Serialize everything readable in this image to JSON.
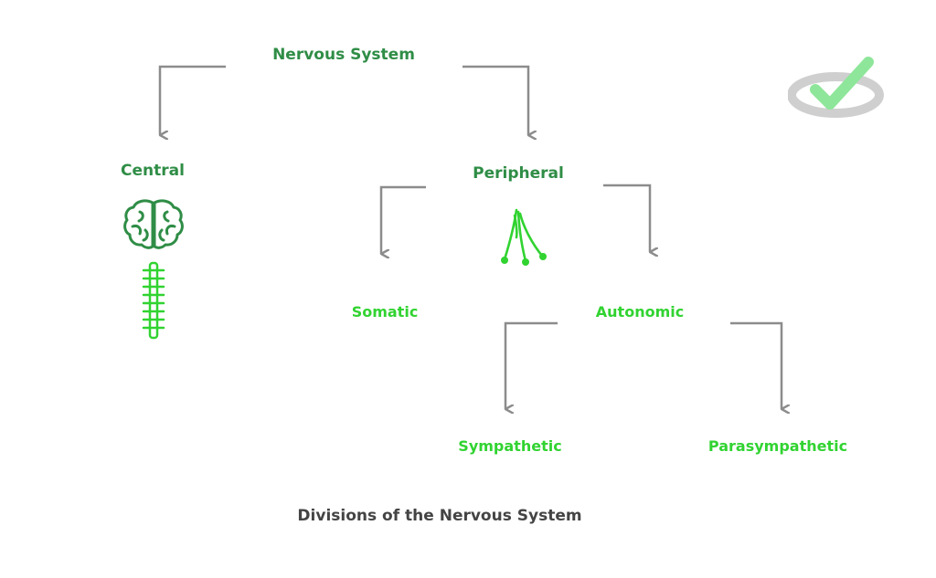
{
  "colors": {
    "dark_green": "#2f8d46",
    "light_green": "#31d331",
    "connector_gray": "#8c8c8c",
    "caption_text": "#444444",
    "logo_green": "#8ee69a",
    "logo_gray": "#cfcfcf"
  },
  "nodes": {
    "root": "Nervous System",
    "central": "Central",
    "peripheral": "Peripheral",
    "somatic": "Somatic",
    "autonomic": "Autonomic",
    "sympathetic": "Sympathetic",
    "parasympathetic": "Parasympathetic"
  },
  "caption": "Divisions of the Nervous System",
  "icons": {
    "central": [
      "brain-icon",
      "spinal-cord-icon"
    ],
    "peripheral": "nerve-fibers-icon",
    "logo": "checkmark-logo-icon"
  }
}
